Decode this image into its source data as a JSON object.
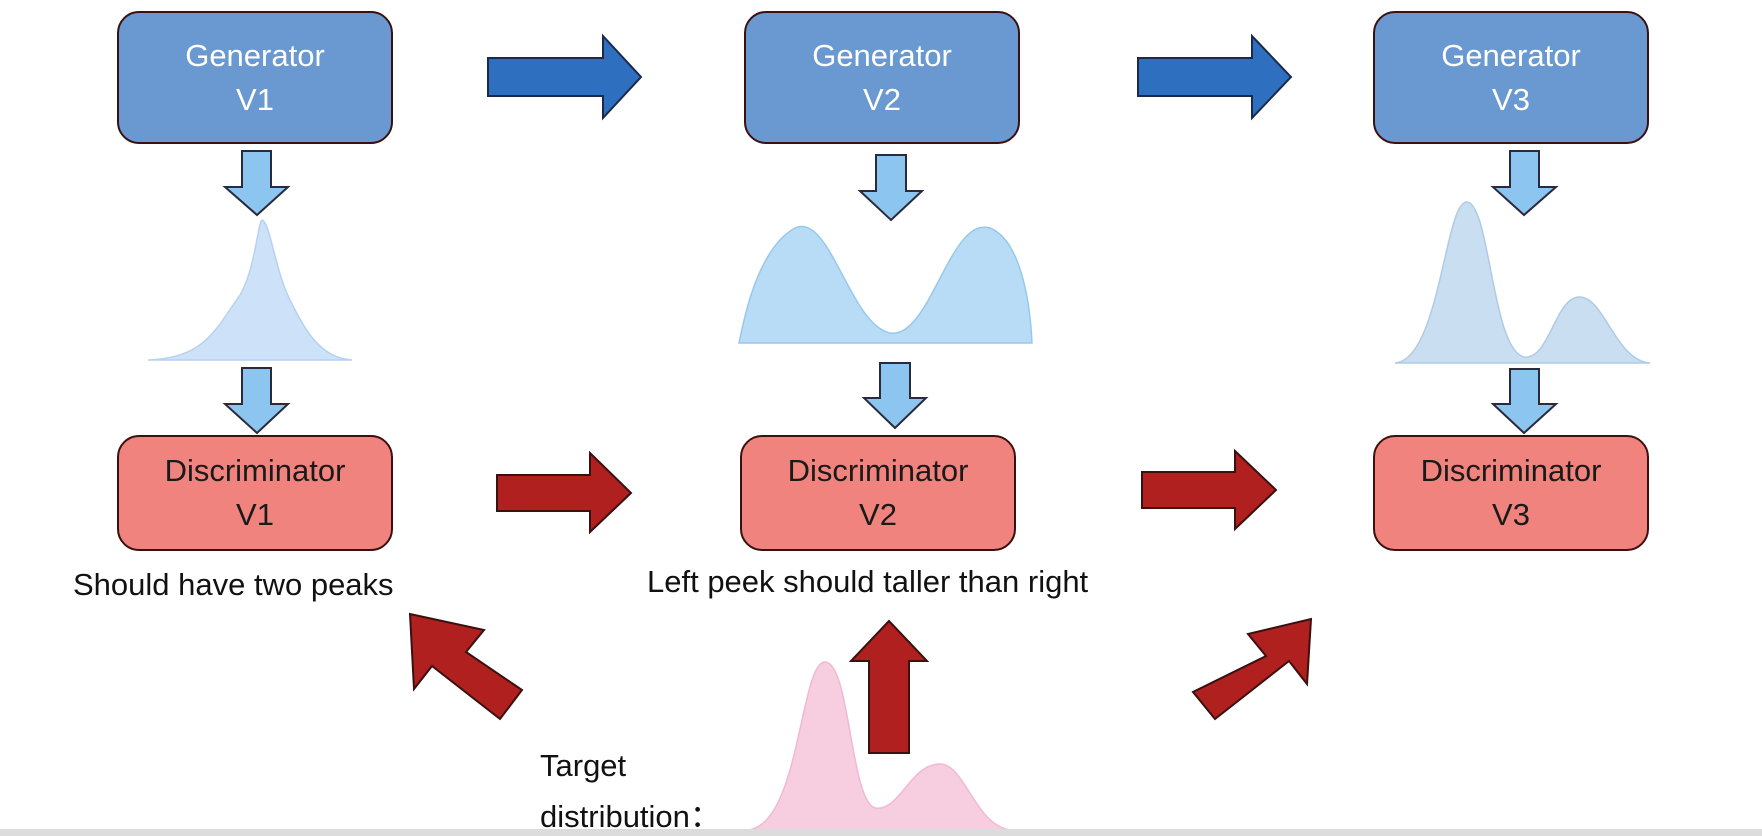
{
  "generators": [
    {
      "title": "Generator",
      "version": "V1"
    },
    {
      "title": "Generator",
      "version": "V2"
    },
    {
      "title": "Generator",
      "version": "V3"
    }
  ],
  "discriminators": [
    {
      "title": "Discriminator",
      "version": "V1"
    },
    {
      "title": "Discriminator",
      "version": "V2"
    },
    {
      "title": "Discriminator",
      "version": "V3"
    }
  ],
  "notes": {
    "d1": "Should have two peaks",
    "d2": "Left peek should taller than right"
  },
  "target": {
    "line1": "Target",
    "line2": "distribution："
  },
  "colors": {
    "generator_fill": "#6a98d0",
    "discriminator_fill": "#f0837d",
    "blue_arrow": "#2f6fc0",
    "light_blue_arrow": "#8cc6f0",
    "red_arrow": "#b0201e",
    "dist_v1": "#cde2f8",
    "dist_v2": "#b8dcf5",
    "dist_v3": "#c9def1",
    "dist_target": "#f7cde0"
  }
}
